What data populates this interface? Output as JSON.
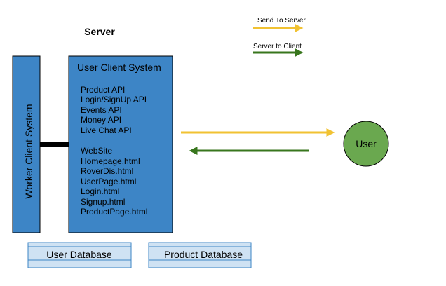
{
  "title": "Server",
  "legend": {
    "send_label": "Send To Server",
    "receive_label": "Server to Client",
    "send_color": "#f1c232",
    "receive_color": "#38761d"
  },
  "worker_system": {
    "label": "Worker Client System"
  },
  "user_client_system": {
    "title": "User Client System",
    "api_items": [
      "Product API",
      "Login/SignUp API",
      "Events API",
      "Money API",
      "Live Chat API"
    ],
    "web_items": [
      "WebSite",
      "Homepage.html",
      "RoverDis.html",
      "UserPage.html",
      "Login.html",
      "Signup.html",
      "ProductPage.html"
    ]
  },
  "user_node": {
    "label": "User"
  },
  "databases": [
    {
      "label": "User Database"
    },
    {
      "label": "Product Database"
    }
  ],
  "colors": {
    "box_fill": "#3d85c6",
    "box_stroke": "#000000",
    "user_fill": "#6aa84f",
    "db_fill": "#cfe2f3",
    "db_stroke": "#3d85c6",
    "connector": "#000000"
  }
}
